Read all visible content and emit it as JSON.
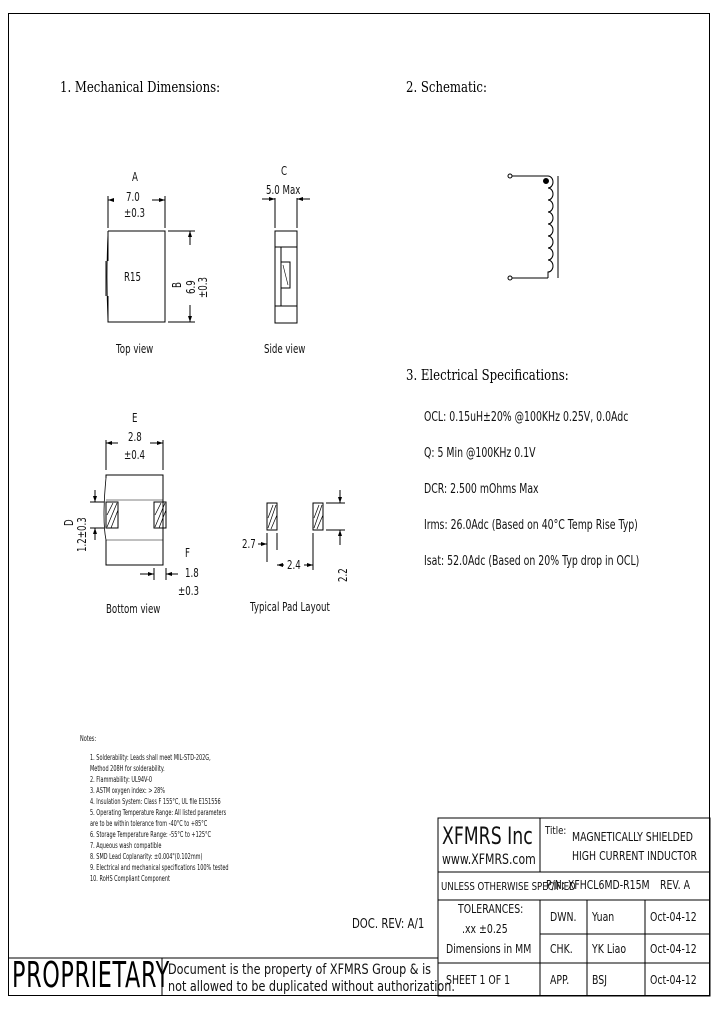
{
  "sections": {
    "mechanical": "1. Mechanical Dimensions:",
    "schematic": "2. Schematic:",
    "electrical": "3. Electrical Specifications:"
  },
  "top_view": {
    "dim_a_letter": "A",
    "dim_a_value": "7.0",
    "dim_a_tol": "±0.3",
    "marking": "R15",
    "dim_b_letter": "B",
    "dim_b_value": "6.9",
    "dim_b_tol": "±0.3",
    "caption": "Top view"
  },
  "side_view": {
    "dim_c_letter": "C",
    "dim_c_value": "5.0 Max",
    "caption": "Side view"
  },
  "bottom_view": {
    "dim_e_letter": "E",
    "dim_e_value": "2.8",
    "dim_e_tol": "±0.4",
    "dim_d_letter": "D",
    "dim_d_value": "1.2±0.3",
    "dim_f_letter": "F",
    "dim_f_value": "1.8",
    "dim_f_tol": "±0.3",
    "caption": "Bottom view"
  },
  "pad_layout": {
    "dim_1": "2.7",
    "dim_2": "2.4",
    "dim_3": "2.2",
    "caption": "Typical Pad Layout"
  },
  "specs": [
    "OCL: 0.15uH±20% @100KHz 0.25V, 0.0Adc",
    "Q: 5 Min @100KHz 0.1V",
    "DCR: 2.500 mOhms Max",
    "Irms: 26.0Adc (Based on 40°C Temp Rise Typ)",
    "Isat: 52.0Adc (Based on 20% Typ drop in OCL)"
  ],
  "notes": {
    "heading": "Notes:",
    "items": [
      "1. Solderability: Leads shall meet MIL-STD-202G,",
      "    Method 208H for solderability.",
      "2. Flammability: UL94V-0",
      "3. ASTM oxygen index: > 28%",
      "4. Insulation System: Class F 155°C, UL file E151556",
      "5. Operating Temperature Range: All listed parameters",
      "    are to be within tolerance from -40°C to +85°C",
      "6. Storage Temperature Range: -55°C to +125°C",
      "7. Aqueous wash compatible",
      "8. SMD Lead Coplanarity: ±0.004\"(0.102mm)",
      "9. Electrical and mechanical specifications 100% tested",
      "10. RoHS Compliant Component"
    ]
  },
  "doc_rev": "DOC. REV: A/1",
  "title_block": {
    "company": "XFMRS Inc",
    "website": "www.XFMRS.com",
    "title_label": "Title:",
    "title_line1": "MAGNETICALLY SHIELDED",
    "title_line2": "HIGH CURRENT INDUCTOR",
    "unless": "UNLESS OTHERWISE SPECIFIED",
    "pn": "P/N: XFHCL6MD-R15M",
    "rev": "REV. A",
    "tol_label": "TOLERANCES:",
    "tol_value": ".xx ±0.25",
    "dims": "Dimensions in MM",
    "sheet": "SHEET  1  OF  1",
    "rows": [
      {
        "role": "DWN.",
        "name": "Yuan",
        "date": "Oct-04-12"
      },
      {
        "role": "CHK.",
        "name": "YK Liao",
        "date": "Oct-04-12"
      },
      {
        "role": "APP.",
        "name": "BSJ",
        "date": "Oct-04-12"
      }
    ]
  },
  "proprietary": {
    "label": "PROPRIETARY",
    "line1": "Document is the property of XFMRS Group & is",
    "line2": "not allowed to be duplicated without authorization."
  }
}
